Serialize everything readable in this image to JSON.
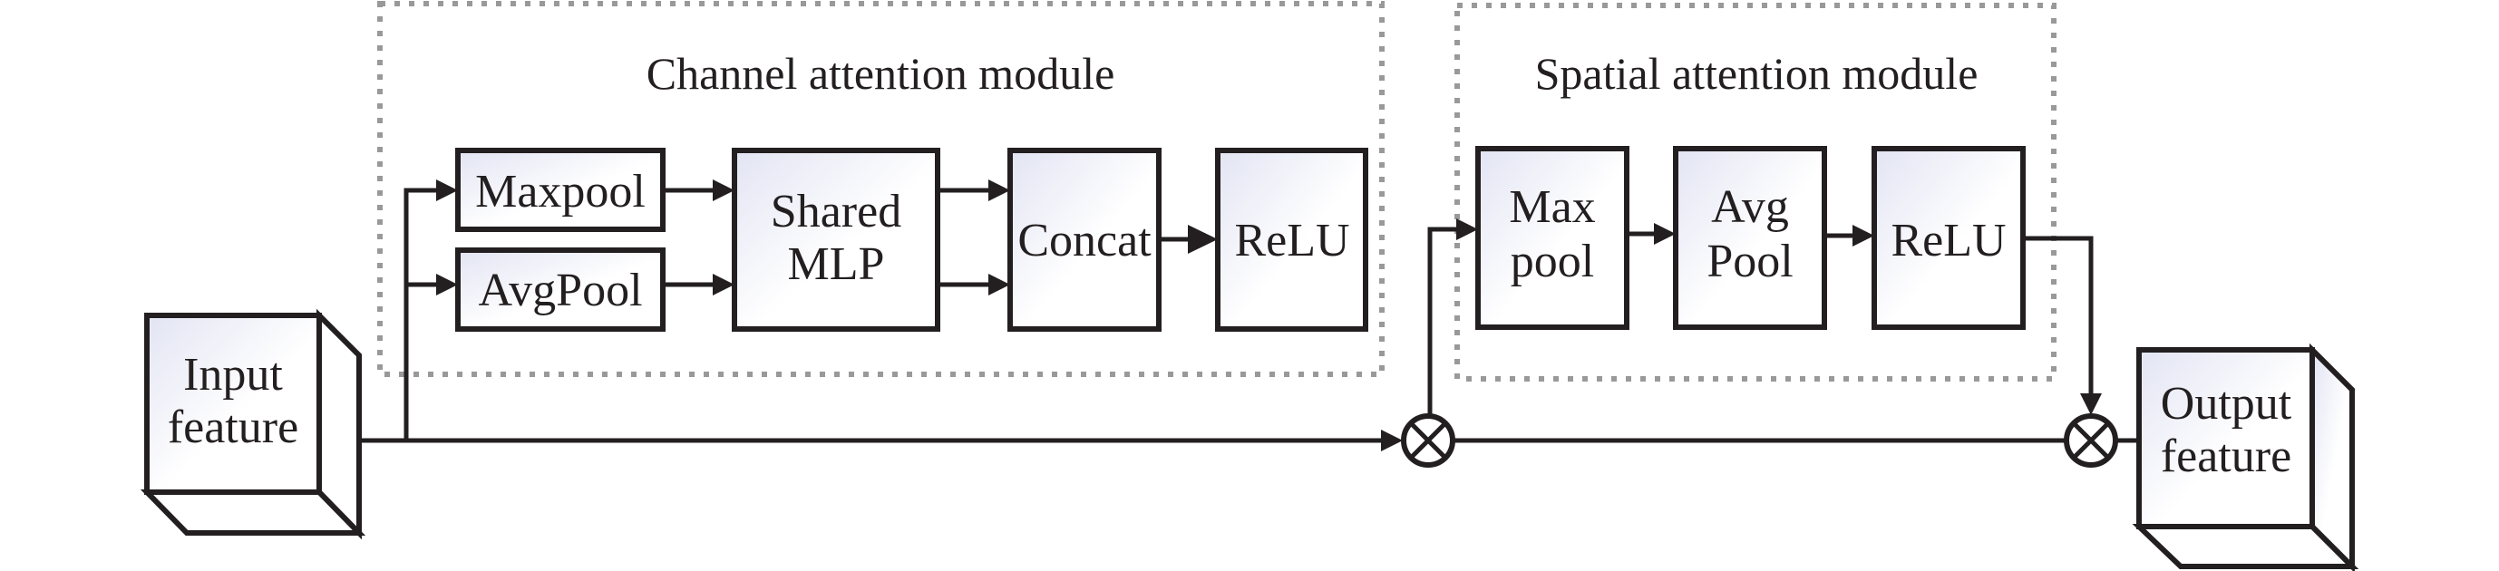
{
  "diagram": {
    "input": {
      "line1": "Input",
      "line2": "feature"
    },
    "output": {
      "line1": "Output",
      "line2": "feature"
    },
    "channel_module": {
      "title": "Channel attention module",
      "maxpool": "Maxpool",
      "avgpool": "AvgPool",
      "shared_mlp": {
        "line1": "Shared",
        "line2": "MLP"
      },
      "concat": "Concat",
      "relu": "ReLU"
    },
    "spatial_module": {
      "title": "Spatial attention module",
      "maxpool": {
        "line1": "Max",
        "line2": "pool"
      },
      "avgpool": {
        "line1": "Avg",
        "line2": "Pool"
      },
      "relu": "ReLU"
    },
    "operators": {
      "multiply": "⊗"
    },
    "colors": {
      "stroke": "#231f20",
      "box_gradient_start": "#e2e4f3",
      "box_gradient_end": "#ffffff",
      "dotted_border": "#999999"
    }
  }
}
